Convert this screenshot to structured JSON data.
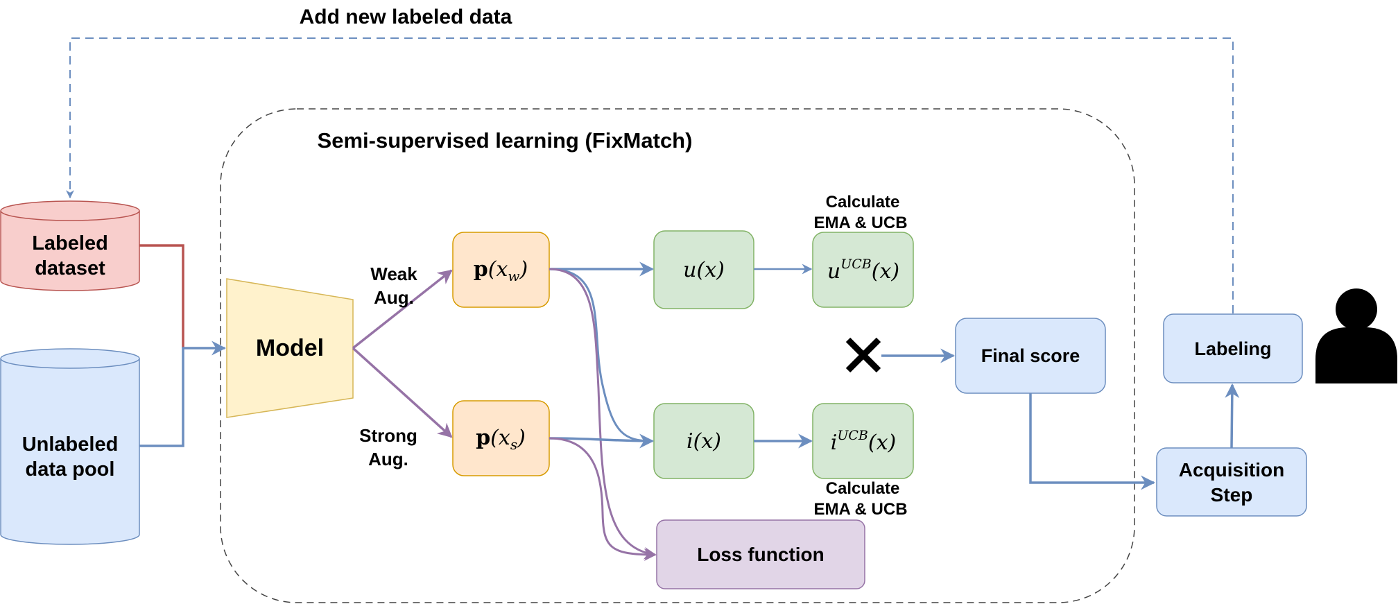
{
  "title_loop": "Add new labeled data",
  "ssl_title": "Semi-supervised learning (FixMatch)",
  "labeled_dataset": {
    "line1": "Labeled",
    "line2": "dataset"
  },
  "unlabeled_pool": {
    "line1": "Unlabeled",
    "line2": "data pool"
  },
  "model": "Model",
  "weak_aug": {
    "line1": "Weak",
    "line2": "Aug."
  },
  "strong_aug": {
    "line1": "Strong",
    "line2": "Aug."
  },
  "p_weak": {
    "bold": "p",
    "open": "(",
    "var": "x",
    "sub": "w",
    "close": ")"
  },
  "p_strong": {
    "bold": "p",
    "open": "(",
    "var": "x",
    "sub": "s",
    "close": ")"
  },
  "u_x": {
    "fn": "u",
    "arg": "(x)"
  },
  "i_x": {
    "fn": "i",
    "arg": "(x)"
  },
  "u_ucb": {
    "fn": "u",
    "sup": "UCB",
    "arg": "(x)"
  },
  "i_ucb": {
    "fn": "i",
    "sup": "UCB",
    "arg": "(x)"
  },
  "calc_top": {
    "line1": "Calculate",
    "line2": "EMA & UCB"
  },
  "calc_bottom": {
    "line1": "Calculate",
    "line2": "EMA & UCB"
  },
  "multiply": "✕",
  "final_score": "Final score",
  "loss_function": "Loss function",
  "labeling": "Labeling",
  "acquisition": {
    "line1": "Acquisition",
    "line2": "Step"
  },
  "colors": {
    "blue_edge": "#6c8ebf",
    "purple_edge": "#9673a6",
    "red_edge": "#b85450",
    "red_fill": "#f8cecc",
    "blue_fill": "#dae8fc",
    "model_fill": "#fff2cc",
    "model_edge": "#d6b656",
    "orange_fill": "#ffe6cc",
    "orange_edge": "#d79b00",
    "green_fill": "#d5e8d4",
    "green_edge": "#82b366",
    "purple_fill": "#e1d5e7"
  },
  "icons": {
    "user": "person-silhouette-icon",
    "multiply": "multiply-icon"
  }
}
